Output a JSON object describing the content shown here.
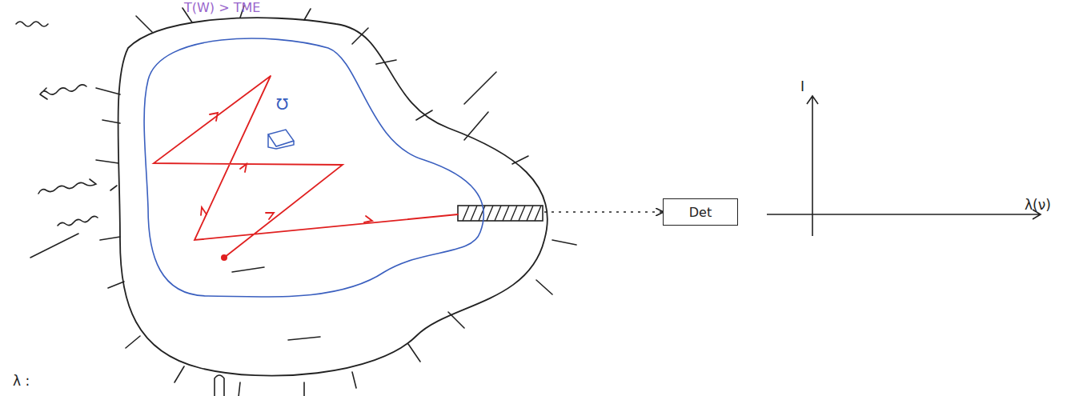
{
  "diagram": {
    "nodes": [
      {
        "text": [
          "T(W) > TME"
        ]
      },
      {
        "text": [
          "Det"
        ]
      }
    ],
    "edges": [
      {
        "from": 0,
        "to": 1,
        "arrow": "to"
      }
    ],
    "labels": [
      "Ω",
      "I",
      "λ(ν)",
      "λ :"
    ]
  }
}
